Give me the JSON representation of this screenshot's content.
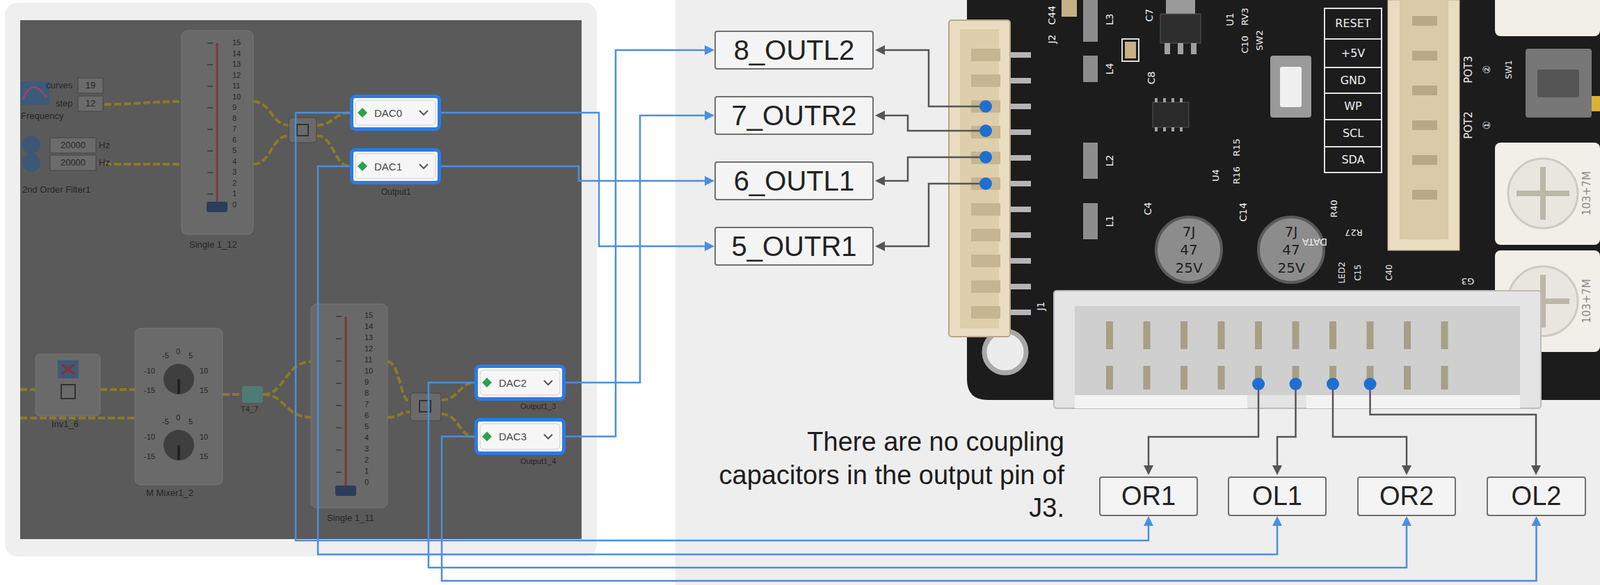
{
  "diagram": {
    "nodes": [
      {
        "text": [
          "DAC0"
        ]
      },
      {
        "text": [
          "DAC1"
        ]
      },
      {
        "text": [
          "DAC2"
        ]
      },
      {
        "text": [
          "DAC3"
        ]
      },
      {
        "text": [
          "8_OUTL2"
        ]
      },
      {
        "text": [
          "7_OUTR2"
        ]
      },
      {
        "text": [
          "6_OUTL1"
        ]
      },
      {
        "text": [
          "5_OUTR1"
        ]
      },
      {
        "text": [
          "OR1"
        ]
      },
      {
        "text": [
          "OL1"
        ]
      },
      {
        "text": [
          "OR2"
        ]
      },
      {
        "text": [
          "OL2"
        ]
      }
    ],
    "edges": [
      {
        "from": 0,
        "to": 7,
        "arrow": "to"
      },
      {
        "from": 0,
        "to": 8,
        "arrow": "to"
      },
      {
        "from": 1,
        "to": 6,
        "arrow": "to"
      },
      {
        "from": 1,
        "to": 9,
        "arrow": "to"
      },
      {
        "from": 2,
        "to": 5,
        "arrow": "to"
      },
      {
        "from": 2,
        "to": 10,
        "arrow": "to"
      },
      {
        "from": 3,
        "to": 4,
        "arrow": "to"
      },
      {
        "from": 3,
        "to": 11,
        "arrow": "to"
      }
    ],
    "labels": [
      "curves",
      "19",
      "step",
      "12",
      "Frequency",
      "20000",
      "Hz",
      "20000",
      "Hz",
      "2nd Order Filter1",
      "15",
      "14",
      "13",
      "12",
      "11",
      "10",
      "9",
      "8",
      "7",
      "6",
      "5",
      "4",
      "3",
      "2",
      "1",
      "0",
      "Single 1_12",
      "Output1",
      "Inv1_6",
      "-5",
      "0",
      "5",
      "-10",
      "10",
      "-15",
      "15",
      "-5",
      "0",
      "5",
      "-10",
      "10",
      "-15",
      "15",
      "M Mixer1_2",
      "T4_7",
      "15",
      "14",
      "13",
      "12",
      "11",
      "10",
      "9",
      "8",
      "7",
      "6",
      "5",
      "4",
      "3",
      "2",
      "1",
      "0",
      "Single 1_11",
      "Output1_3",
      "Output1_4",
      "C44",
      "J2",
      "L3",
      "C7",
      "U1",
      "C10",
      "RV3",
      "SW2",
      "RESET",
      "+5V",
      "GND",
      "WP",
      "SCL",
      "SDA",
      "L4",
      "C8",
      "L2",
      "L1",
      "C4",
      "7J",
      "47",
      "25V",
      "C14",
      "7J",
      "47",
      "25V",
      "U4",
      "R16",
      "R15",
      "R40",
      "DATA",
      "R27",
      "LED2",
      "C15",
      "C40",
      "G3",
      "POT3",
      "②",
      "SW1",
      "POT2",
      "①",
      "103+7M",
      "103+7M",
      "J1",
      "There are no coupling capacitors in the output pin of J3."
    ]
  }
}
